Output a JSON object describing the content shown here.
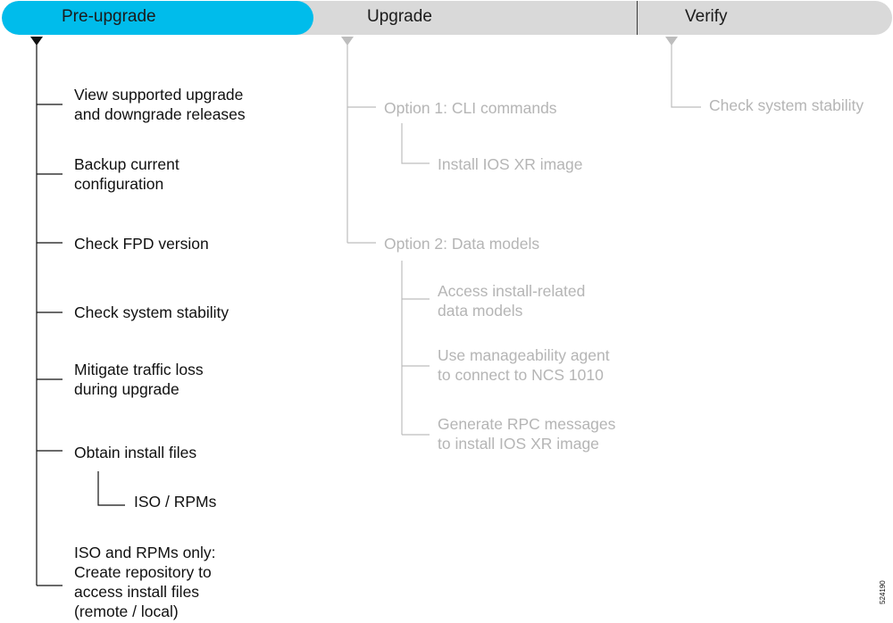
{
  "phases": [
    {
      "label": "Pre-upgrade",
      "active": true
    },
    {
      "label": "Upgrade",
      "active": false
    },
    {
      "label": "Verify",
      "active": false
    }
  ],
  "pre_upgrade": {
    "steps": [
      "View supported upgrade\nand downgrade releases",
      "Backup current\nconfiguration",
      "Check FPD version",
      "Check system stability",
      "Mitigate traffic loss\nduring upgrade",
      "Obtain install files",
      "ISO and RPMs only:\nCreate repository to\naccess install files\n(remote / local)"
    ],
    "substeps": {
      "obtain_install_files": "ISO / RPMs"
    }
  },
  "upgrade": {
    "option1": {
      "label": "Option 1: CLI commands",
      "substeps": [
        "Install IOS XR image"
      ]
    },
    "option2": {
      "label": "Option 2: Data models",
      "substeps": [
        "Access install-related\ndata models",
        "Use manageability agent\nto connect to NCS 1010",
        "Generate RPC messages\nto install IOS XR image"
      ]
    }
  },
  "verify": {
    "steps": [
      "Check system stability"
    ]
  },
  "figure_id": "524190",
  "colors": {
    "active_phase": "#00bceb",
    "inactive_phase": "#d9d9d9",
    "dark_text": "#111111",
    "grey_text": "#b5b5b5",
    "grey_line": "#bdbdbd"
  }
}
